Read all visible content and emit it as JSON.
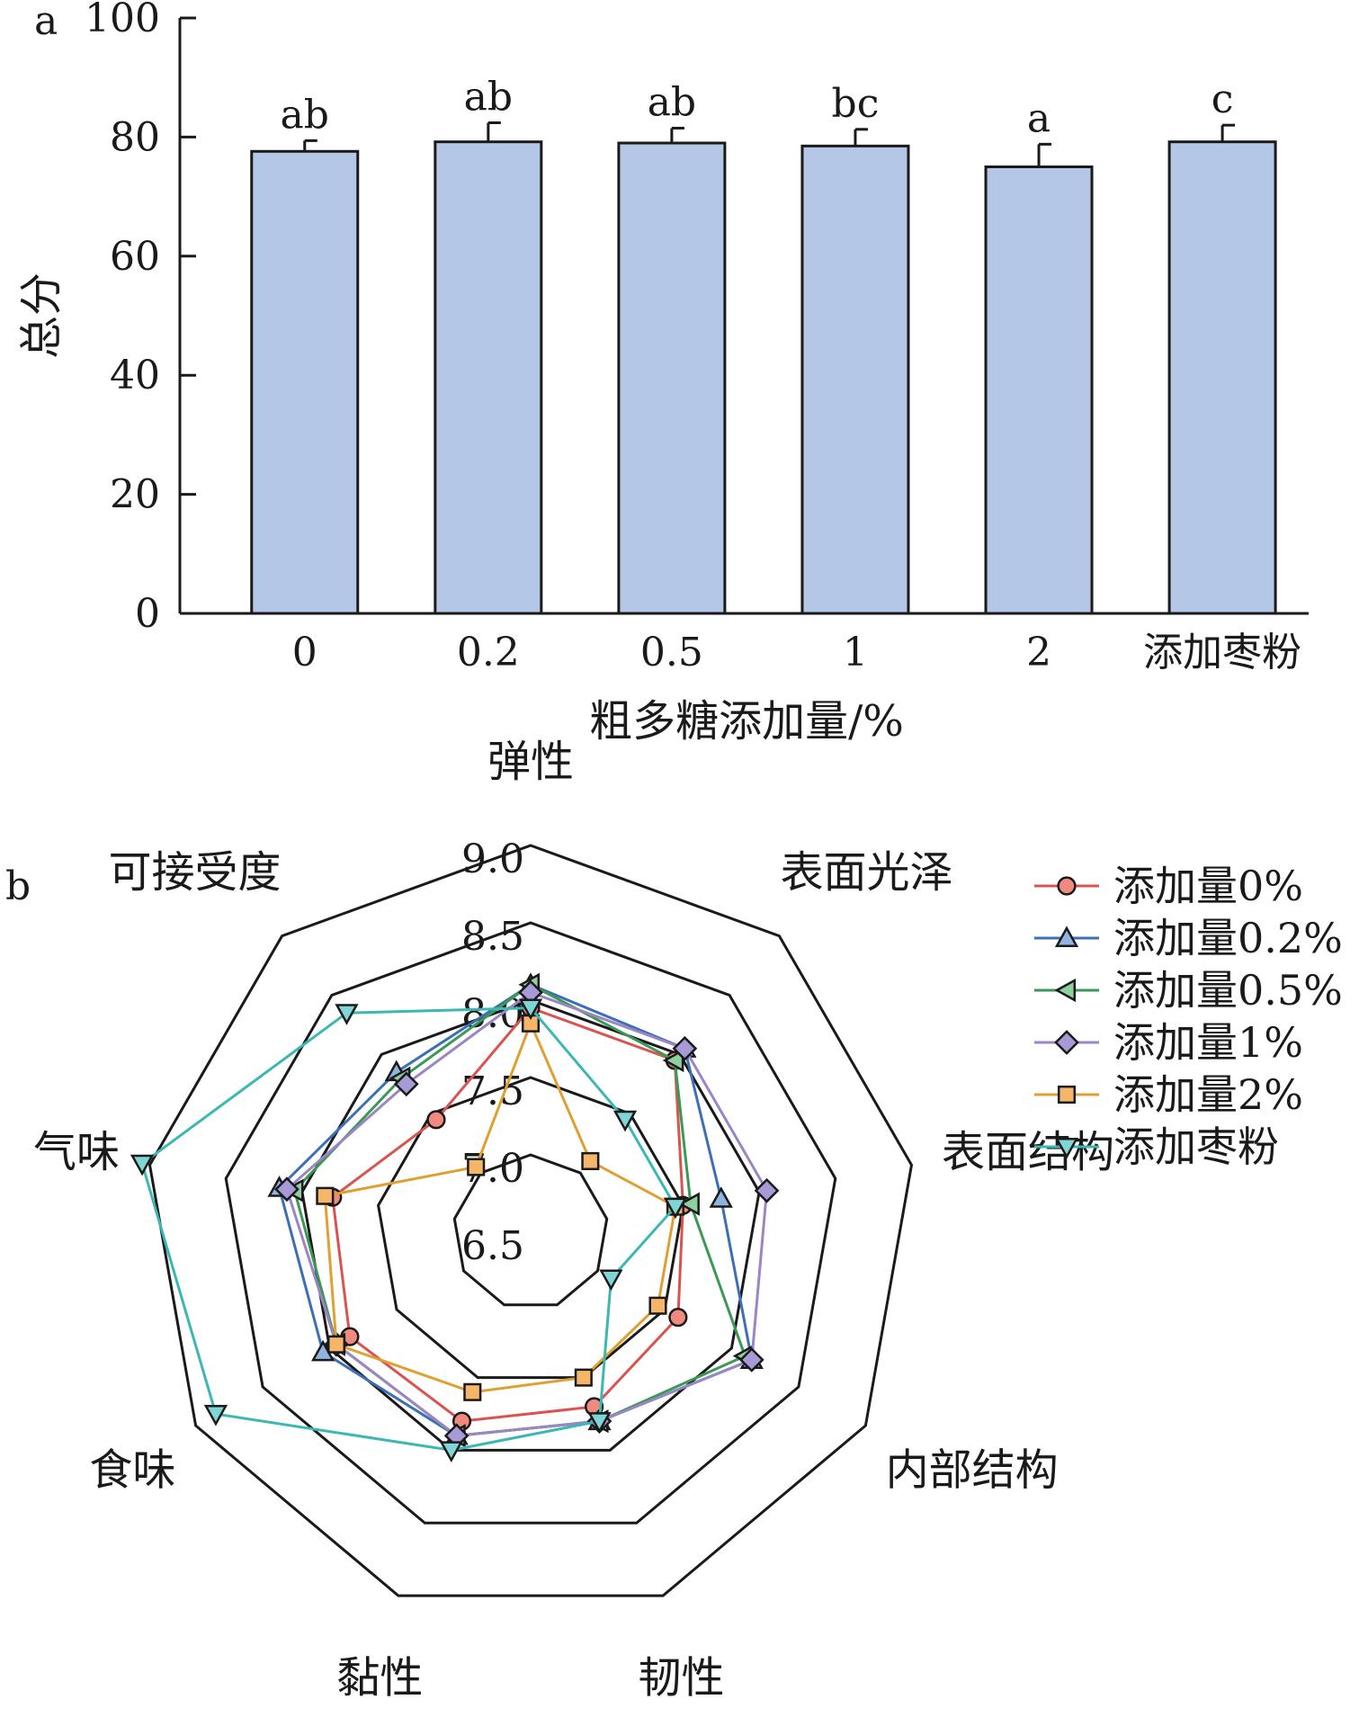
{
  "chart_data": [
    {
      "type": "bar",
      "panel_label": "a",
      "categories": [
        "0",
        "0.2",
        "0.5",
        "1",
        "2",
        "添加枣粉"
      ],
      "values": [
        77.6,
        79.2,
        79.0,
        78.5,
        75.0,
        79.2
      ],
      "errors": [
        1.8,
        3.2,
        2.5,
        2.8,
        3.8,
        2.8
      ],
      "significance": [
        "ab",
        "ab",
        "ab",
        "bc",
        "a",
        "c"
      ],
      "xlabel": "粗多糖添加量/%",
      "ylabel": "总分",
      "ylim": [
        0,
        100
      ],
      "yticks": [
        0,
        20,
        40,
        60,
        80,
        100
      ],
      "bar_color": "#b4c7e7"
    },
    {
      "type": "radar",
      "panel_label": "b",
      "axes": [
        "弹性",
        "表面光泽",
        "表面结构",
        "内部结构",
        "韧性",
        "黏性",
        "食味",
        "气味",
        "可接受度"
      ],
      "rlim": [
        6.5,
        9.0
      ],
      "rticks": [
        "6.5",
        "7.0",
        "7.5",
        "8.0",
        "8.5",
        "9.0"
      ],
      "legend_position": "top-right",
      "series": [
        {
          "name": "添加量0%",
          "marker": "circle",
          "color": "#d9534f",
          "marker_fill": "#f08a80",
          "values": [
            7.95,
            7.95,
            7.5,
            7.6,
            7.7,
            7.8,
            7.85,
            7.8,
            7.45
          ]
        },
        {
          "name": "添加量0.2%",
          "marker": "triangle-up",
          "color": "#3d6fb6",
          "marker_fill": "#8fb4de",
          "values": [
            8.1,
            8.05,
            7.75,
            8.15,
            7.8,
            7.9,
            8.05,
            8.15,
            7.85
          ]
        },
        {
          "name": "添加量0.5%",
          "marker": "triangle-left",
          "color": "#3a9a55",
          "marker_fill": "#8fd0a0",
          "values": [
            8.1,
            7.95,
            7.55,
            8.1,
            7.8,
            7.9,
            7.95,
            8.05,
            7.8
          ]
        },
        {
          "name": "添加量1%",
          "marker": "diamond",
          "color": "#9b86c4",
          "marker_fill": "#a79ad6",
          "values": [
            8.05,
            8.05,
            8.05,
            8.15,
            7.8,
            7.9,
            7.95,
            8.1,
            7.75
          ]
        },
        {
          "name": "添加量2%",
          "marker": "square",
          "color": "#e0a030",
          "marker_fill": "#f6b66a",
          "values": [
            7.85,
            7.1,
            7.45,
            7.45,
            7.5,
            7.6,
            7.95,
            7.85,
            7.05
          ]
        },
        {
          "name": "添加枣粉",
          "marker": "triangle-down",
          "color": "#3cb8b4",
          "marker_fill": "#7fd6d6",
          "values": [
            7.95,
            7.45,
            7.45,
            7.1,
            7.8,
            8.0,
            8.85,
            9.05,
            8.35
          ]
        }
      ]
    }
  ]
}
